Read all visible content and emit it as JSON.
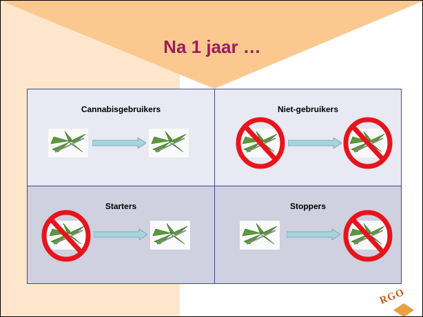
{
  "title": "Na 1 jaar …",
  "cells": [
    {
      "label": "Cannabisgebruikers",
      "from_crossed": false,
      "to_crossed": false
    },
    {
      "label": "Niet-gebruikers",
      "from_crossed": true,
      "to_crossed": true
    },
    {
      "label": "Starters",
      "from_crossed": true,
      "to_crossed": false
    },
    {
      "label": "Stoppers",
      "from_crossed": false,
      "to_crossed": true
    }
  ],
  "logo": {
    "text": "RGO"
  },
  "colors": {
    "title": "#9b1c5e",
    "background_accent": "#fde6cc",
    "triangle": "#fbc98f",
    "grid_border": "#3a4aa0",
    "cell_top": "#e8e9f2",
    "cell_bottom": "#cfd0e0",
    "arrow": "#a8d4dc",
    "no_sign": "#e8141c"
  }
}
